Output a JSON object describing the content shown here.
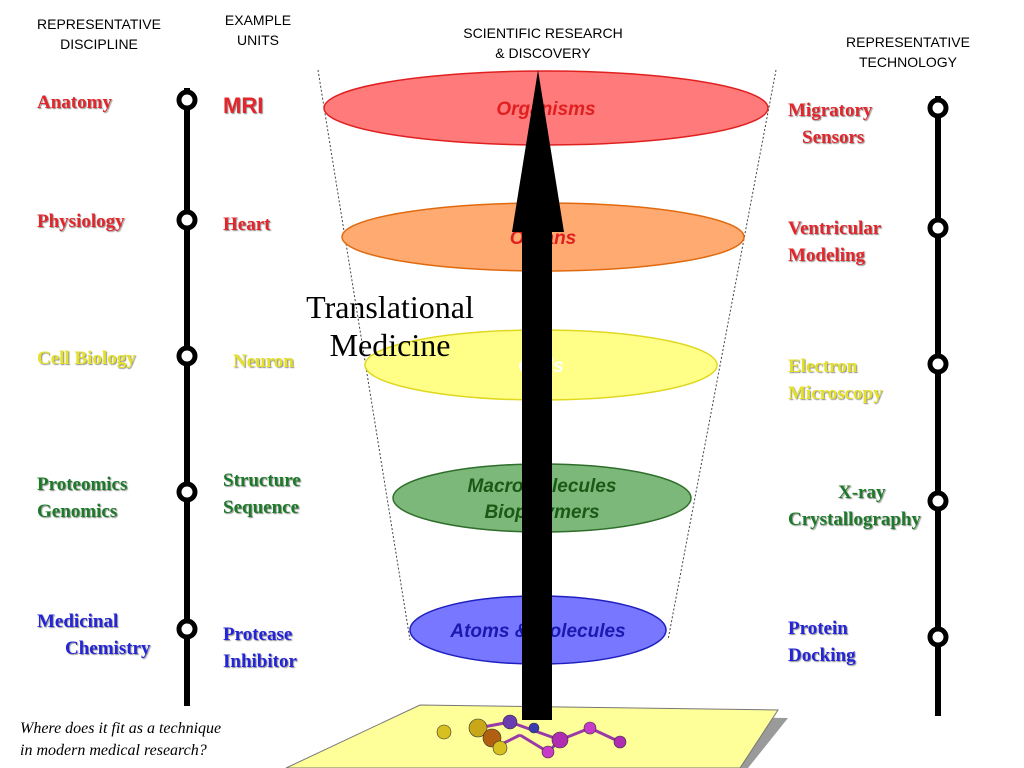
{
  "headers": {
    "discipline": [
      "REPRESENTATIVE",
      "DISCIPLINE"
    ],
    "units": [
      "EXAMPLE",
      "UNITS"
    ],
    "research": [
      "SCIENTIFIC RESEARCH",
      "& DISCOVERY"
    ],
    "technology": [
      "REPRESENTATIVE",
      "TECHNOLOGY"
    ]
  },
  "disciplines": [
    {
      "lines": [
        "Anatomy"
      ],
      "color": "#e3262b"
    },
    {
      "lines": [
        "Physiology"
      ],
      "color": "#e3262b"
    },
    {
      "lines": [
        "Cell Biology"
      ],
      "color": "#e5e12a"
    },
    {
      "lines": [
        "Proteomics",
        "Genomics"
      ],
      "color": "#1e7a2a"
    },
    {
      "lines": [
        "Medicinal",
        "Chemistry"
      ],
      "color": "#2424d8"
    }
  ],
  "units": [
    {
      "lines": [
        "MRI"
      ],
      "color": "#e3262b"
    },
    {
      "lines": [
        "Heart"
      ],
      "color": "#e3262b"
    },
    {
      "lines": [
        "Neuron"
      ],
      "color": "#e5e12a"
    },
    {
      "lines": [
        "Structure",
        "Sequence"
      ],
      "color": "#1e7a2a"
    },
    {
      "lines": [
        "Protease",
        "Inhibitor"
      ],
      "color": "#2424d8"
    }
  ],
  "levels": [
    {
      "label": [
        "Organisms"
      ],
      "fill": "#ff7b7b",
      "stroke": "#e02020",
      "text_color": "#e02020"
    },
    {
      "label": [
        "Organs"
      ],
      "fill": "#ffaa70",
      "stroke": "#e06a10",
      "text_color": "#e02020"
    },
    {
      "label": [
        "Cells"
      ],
      "fill": "#ffff88",
      "stroke": "#e0d820",
      "text_color": "#ffffff"
    },
    {
      "label": [
        "Macromolecules",
        "Biopolymers"
      ],
      "fill": "#7cb87a",
      "stroke": "#2e6e2a",
      "text_color": "#1a5a16"
    },
    {
      "label": [
        "Atoms & Molecules"
      ],
      "fill": "#7777ff",
      "stroke": "#2020c0",
      "text_color": "#1a1ab0"
    }
  ],
  "technologies": [
    {
      "lines": [
        "Migratory",
        "Sensors"
      ],
      "color": "#e3262b"
    },
    {
      "lines": [
        "Ventricular",
        "Modeling"
      ],
      "color": "#e3262b"
    },
    {
      "lines": [
        "Electron",
        "Microscopy"
      ],
      "color": "#e5e12a"
    },
    {
      "lines": [
        "X-ray",
        "Crystallography"
      ],
      "color": "#1e7a2a"
    },
    {
      "lines": [
        "Protein",
        "Docking"
      ],
      "color": "#2424d8"
    }
  ],
  "arrow_label": [
    "Translational",
    "Medicine"
  ],
  "caption": [
    "Where does it fit as a technique",
    "in modern medical research?"
  ]
}
